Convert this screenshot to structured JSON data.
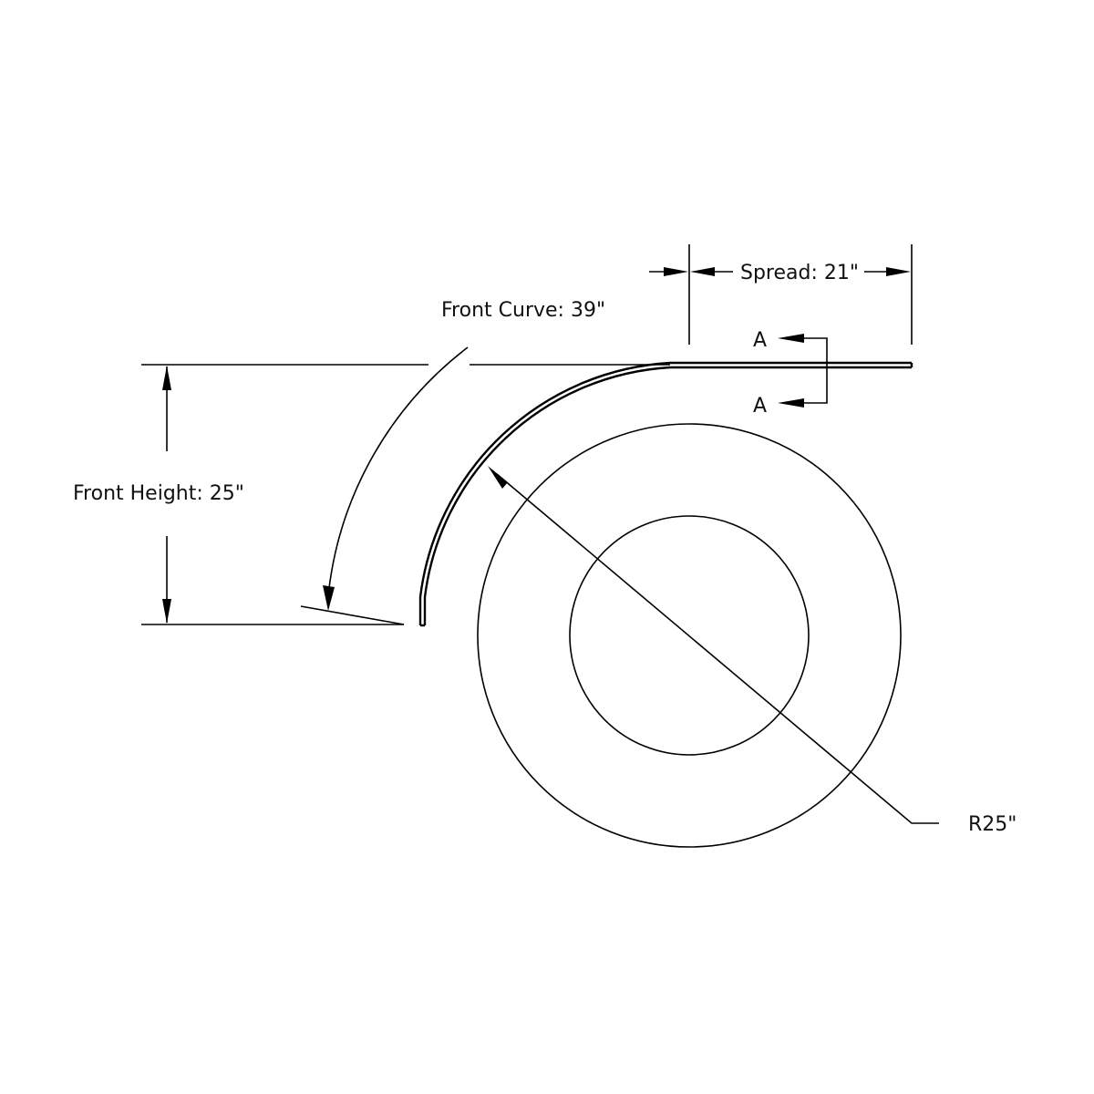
{
  "labels": {
    "front_curve": "Front Curve: 39\"",
    "spread": "Spread: 21\"",
    "front_height": "Front Height: 25\"",
    "radius": "R25\"",
    "section_top": "A",
    "section_bottom": "A"
  },
  "colors": {
    "line": "#000000",
    "background": "#ffffff"
  }
}
